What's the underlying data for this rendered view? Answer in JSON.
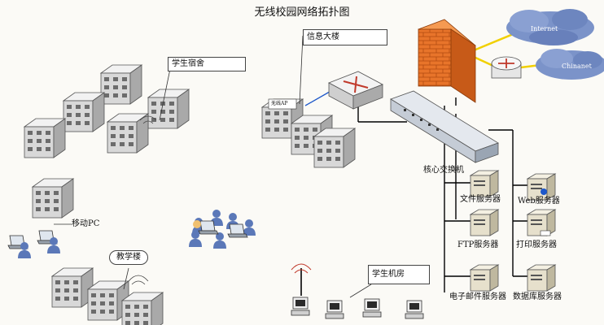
{
  "diagram": {
    "title": "无线校园网络拓扑图",
    "callouts": {
      "info_building": "信息大楼",
      "dorm": "学生宿舍",
      "teaching": "教学楼",
      "lab": "学生机房"
    },
    "labels": {
      "internet": "Internet",
      "chinanet": "Chinanet",
      "wireless_ap": "无线AP",
      "core_switch": "核心交换机",
      "mobile_pc": "移动PC",
      "file_server": "文件服务器",
      "web_server": "Web服务器",
      "ftp_server": "FTP服务器",
      "print_server": "打印服务器",
      "mail_server": "电子邮件服务器",
      "db_server": "数据库服务器"
    },
    "colors": {
      "firewall": "#e8742a",
      "cloud": "#7b93c9",
      "router": "#6a93b8",
      "switch": "#b9c3cf",
      "building": "#d7d7d7",
      "people": "#5b78b8"
    }
  }
}
